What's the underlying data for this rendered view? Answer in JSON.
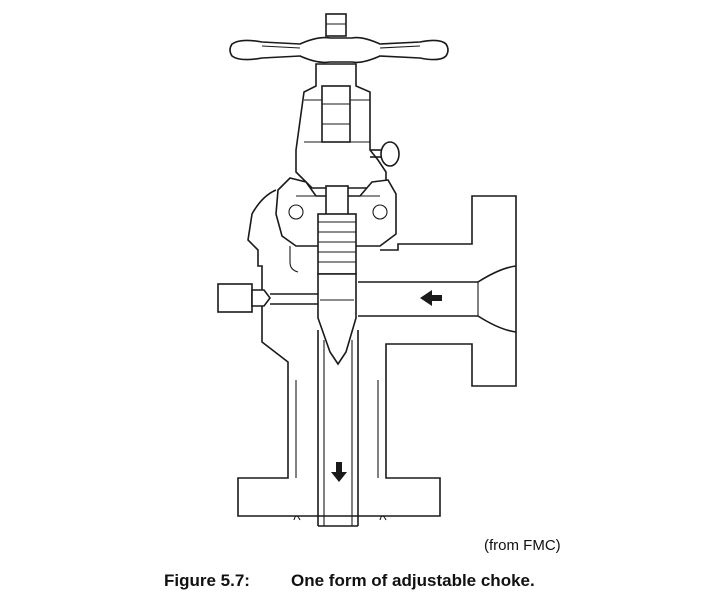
{
  "figure": {
    "credit": "(from FMC)",
    "caption_number": "Figure 5.7:",
    "caption_text": "One form of adjustable choke."
  },
  "colors": {
    "line": "#1a1a1a",
    "background": "#ffffff"
  }
}
